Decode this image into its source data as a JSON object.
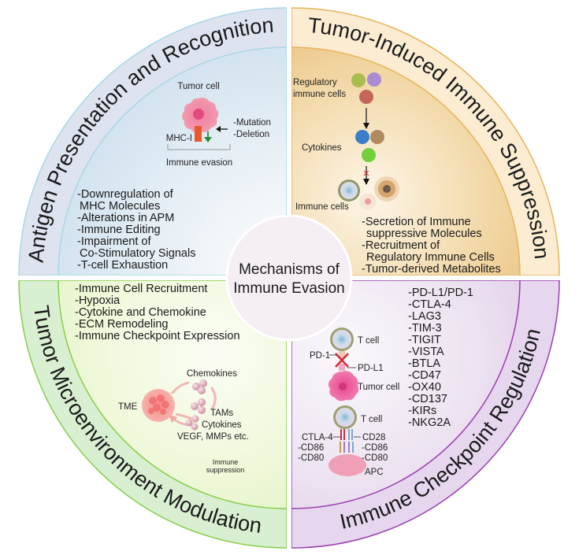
{
  "center": {
    "title_line1": "Mechanisms of",
    "title_line2": "Immune Evasion"
  },
  "quadrants": {
    "antigen": {
      "title": "Antigen Presentation and Recognition",
      "band_color": "#dde3ef",
      "inner_color": "#e3ecf4",
      "stroke_color": "#a9d8e6",
      "diagram": {
        "tumor_label": "Tumor cell",
        "mhc_label": "MHC-I",
        "causes": [
          "-Mutation",
          "-Deletion"
        ],
        "result_label": "Immune evasion"
      },
      "items": [
        "-Downregulation of",
        " MHC Molecules",
        "-Alterations in APM",
        "-Immune Editing",
        "-Impairment of",
        " Co-Stimulatory Signals",
        "-T-cell Exhaustion"
      ]
    },
    "suppression": {
      "title": "Tumor-Induced Immune Suppression",
      "band_color": "#fbecd2",
      "inner_color": "#f3d9a8",
      "stroke_color": "#e8b45a",
      "diagram": {
        "regulatory_label_line1": "Regulatory",
        "regulatory_label_line2": "immune cells",
        "cytokines_label": "Cytokines",
        "immune_cells_label": "Immune cells",
        "regulatory_colors": [
          "#a9be4e",
          "#a98bd6",
          "#c6665a"
        ],
        "cytokine_colors": [
          "#3a7fc8",
          "#b08a60",
          "#73cf3c"
        ]
      },
      "items": [
        "-Secretion of Immune",
        " suppressive Molecules",
        "-Recruitment of",
        " Regulatory Immune Cells",
        "-Tumor-derived Metabolites"
      ]
    },
    "microenvironment": {
      "title": "Tumor Microenvironment Modulation",
      "band_color": "#d9efd2",
      "inner_color": "#eef8dc",
      "stroke_color": "#86cf4a",
      "diagram": {
        "tme_label": "TME",
        "chemokines_label": "Chemokines",
        "tams_label": "TAMs",
        "cytokines_label": "Cytokines",
        "vegf_label": "VEGF, MMPs etc.",
        "suppression_line1": "Immune",
        "suppression_line2": "suppression"
      },
      "items": [
        "-Immune Cell Recruitment",
        "-Hypoxia",
        "-Cytokine and Chemokine",
        "-ECM Remodeling",
        "-Immune Checkpoint Expression"
      ]
    },
    "checkpoint": {
      "title": "Immune Checkpoint Regulation",
      "band_color": "#e6d7ee",
      "inner_color": "#ece2f0",
      "stroke_color": "#9b3fb0",
      "diagram": {
        "tcell_label": "T cell",
        "pd1_label": "PD-1",
        "pdl1_label": "PD-L1",
        "tumor_label": "Tumor cell",
        "tcell2_label": "T cell",
        "ctla4_label": "CTLA-4",
        "cd28_label": "CD28",
        "left_cd86": "-CD86",
        "left_cd80": "-CD80",
        "right_cd86": "-CD86",
        "right_cd80": "-CD80",
        "apc_label": "APC"
      },
      "items": [
        "-PD-L1/PD-1",
        "-CTLA-4",
        "-LAG3",
        "-TIM-3",
        "-TIGIT",
        "-VISTA",
        "-BTLA",
        "-CD47",
        "-OX40",
        "-CD137",
        "-KIRs",
        "-NKG2A"
      ]
    }
  }
}
